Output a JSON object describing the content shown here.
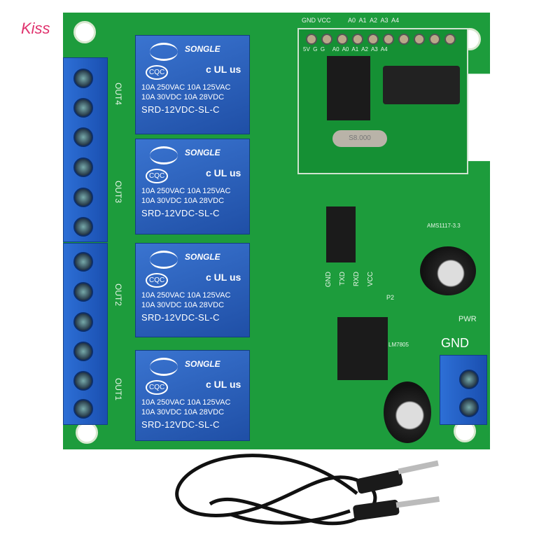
{
  "watermark": {
    "text": "Kiss",
    "color": "#e0336e"
  },
  "board": {
    "color": "#1d9c3c",
    "relay_color": "#2a62c0"
  },
  "relays": [
    {
      "brand": "SONGLE",
      "cert": "CQC",
      "ul": "c UL us",
      "line1": "10A 250VAC  10A 125VAC",
      "line2": "10A 30VDC  10A 28VDC",
      "model": "SRD-12VDC-SL-C"
    },
    {
      "brand": "SONGLE",
      "cert": "CQC",
      "ul": "c UL us",
      "line1": "10A 250VAC  10A 125VAC",
      "line2": "10A 30VDC  10A 28VDC",
      "model": "SRD-12VDC-SL-C"
    },
    {
      "brand": "SONGLE",
      "cert": "CQC",
      "ul": "c UL us",
      "line1": "10A 250VAC  10A 125VAC",
      "line2": "10A 30VDC  10A 28VDC",
      "model": "SRD-12VDC-SL-C"
    },
    {
      "brand": "SONGLE",
      "cert": "CQC",
      "ul": "c UL us",
      "line1": "10A 250VAC  10A 125VAC",
      "line2": "10A 30VDC  10A 28VDC",
      "model": "SRD-12VDC-SL-C"
    }
  ],
  "outputs": [
    "OUT4",
    "OUT3",
    "OUT2",
    "OUT1"
  ],
  "module": {
    "header_labels": "GND VCC          A0  A1  A2  A3  A4",
    "pin_labels": "5V  G  G     A0  A0  A1  A2  A3  A4",
    "crystal": "S8.000"
  },
  "serial": {
    "labels": [
      "GND",
      "TXD",
      "RXD",
      "VCC"
    ],
    "ref": "P2"
  },
  "power": {
    "gnd": "GND",
    "pwr": "PWR",
    "regulator": "LM7805",
    "ldo": "AMS1117-3.3"
  }
}
